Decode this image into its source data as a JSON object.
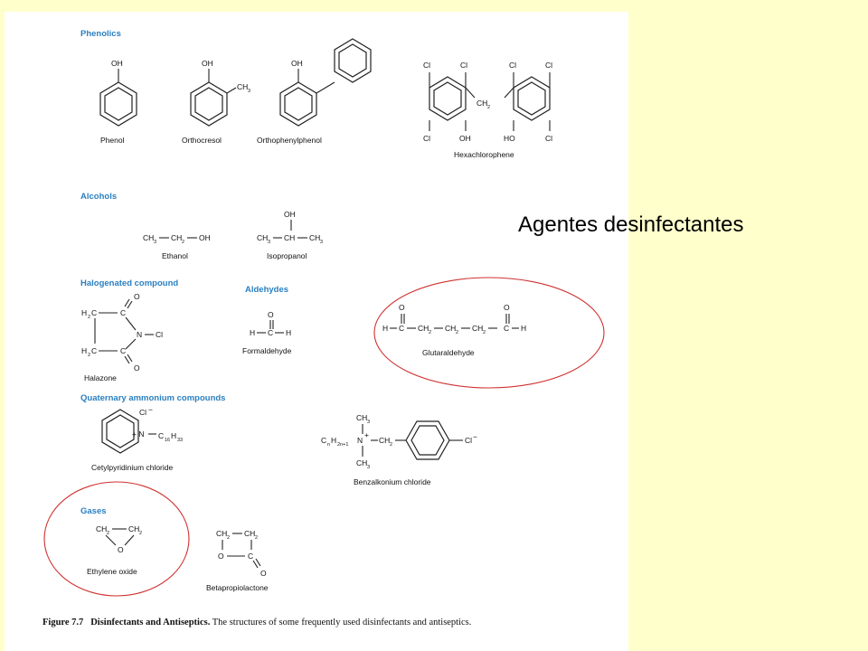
{
  "slide": {
    "title": "Agentes desinfectantes"
  },
  "figure": {
    "caption_number": "Figure 7.7",
    "caption_title": "Disinfectants and Antiseptics.",
    "caption_text": "The structures of some frequently used disinfectants and antiseptics.",
    "sections": {
      "phenolics": "Phenolics",
      "alcohols": "Alcohols",
      "halogenated": "Halogenated compound",
      "aldehydes": "Aldehydes",
      "quaternary": "Quaternary ammonium compounds",
      "gases": "Gases"
    },
    "compounds": {
      "phenol": "Phenol",
      "orthocresol": "Orthocresol",
      "orthophenylphenol": "Orthophenylphenol",
      "hexachlorophene": "Hexachlorophene",
      "ethanol": "Ethanol",
      "isopropanol": "Isopropanol",
      "halazone": "Halazone",
      "formaldehyde": "Formaldehyde",
      "glutaraldehyde": "Glutaraldehyde",
      "cetylpyridinium": "Cetylpyridinium chloride",
      "benzalkonium": "Benzalkonium chloride",
      "ethylene_oxide": "Ethylene oxide",
      "betapropiolactone": "Betapropiolactone"
    },
    "atoms": {
      "oh": "OH",
      "ho": "HO",
      "cl": "Cl",
      "cl_minus": "Cl",
      "minus": "−",
      "ch": "CH",
      "c": "C",
      "h": "H",
      "o": "O",
      "n": "N",
      "n_plus": "+ N",
      "sub2": "2",
      "sub3": "3",
      "sub16": "16",
      "sub33": "33",
      "subn": "n",
      "sub2n1": "2n+1",
      "plus": "+"
    },
    "highlights": [
      "Glutaraldehyde",
      "Ethylene oxide"
    ]
  }
}
